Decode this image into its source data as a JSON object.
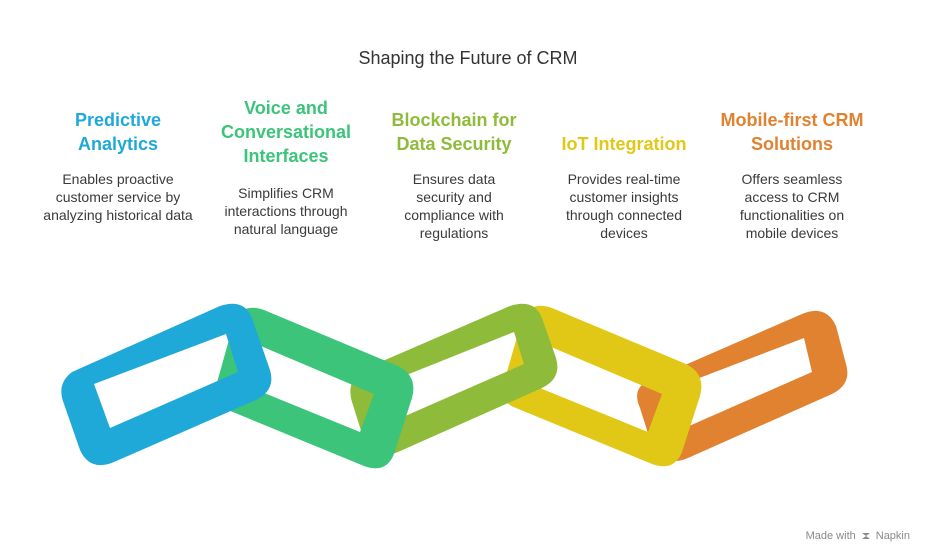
{
  "title": "Shaping the Future of CRM",
  "items": [
    {
      "heading": "Predictive Analytics",
      "description": "Enables proactive customer service by analyzing historical data",
      "color": "#1fa9d8"
    },
    {
      "heading": "Voice and Conversational Interfaces",
      "description": "Simplifies CRM interactions through natural language",
      "color": "#3cc47a"
    },
    {
      "heading": "Blockchain for Data Security",
      "description": "Ensures data security and compliance with regulations",
      "color": "#8ebb3a"
    },
    {
      "heading": "IoT Integration",
      "description": "Provides real-time customer insights through connected devices",
      "color": "#e1c817"
    },
    {
      "heading": "Mobile-first CRM Solutions",
      "description": "Offers seamless access to CRM functionalities on mobile devices",
      "color": "#e08230"
    }
  ],
  "footer": {
    "made_with": "Made with",
    "brand": "Napkin",
    "brand_icon": "napkin-logo-icon"
  }
}
